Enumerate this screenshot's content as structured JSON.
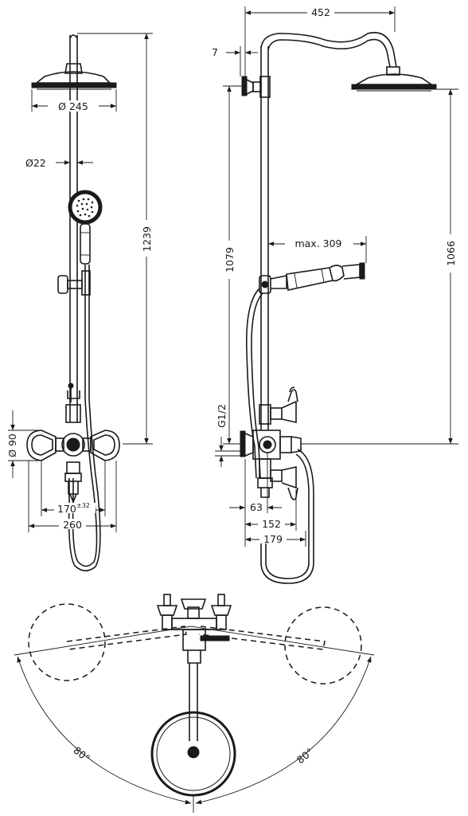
{
  "front_view": {
    "head_diameter": "Ø 245",
    "rod_diameter": "Ø22",
    "total_height": "1239",
    "escutcheon_diameter": "Ø 90",
    "spacing": "170",
    "spacing_tolerance": "±32",
    "overall_width": "260"
  },
  "side_view": {
    "arm_reach": "452",
    "wall_offset": "7",
    "height_to_bracket": "1079",
    "hand_shower_reach": "max. 309",
    "head_height": "1066",
    "thread": "G1/2",
    "depth_63": "63",
    "depth_152": "152",
    "depth_179": "179"
  },
  "top_view": {
    "angle_left": "80°",
    "angle_right": "80°"
  }
}
